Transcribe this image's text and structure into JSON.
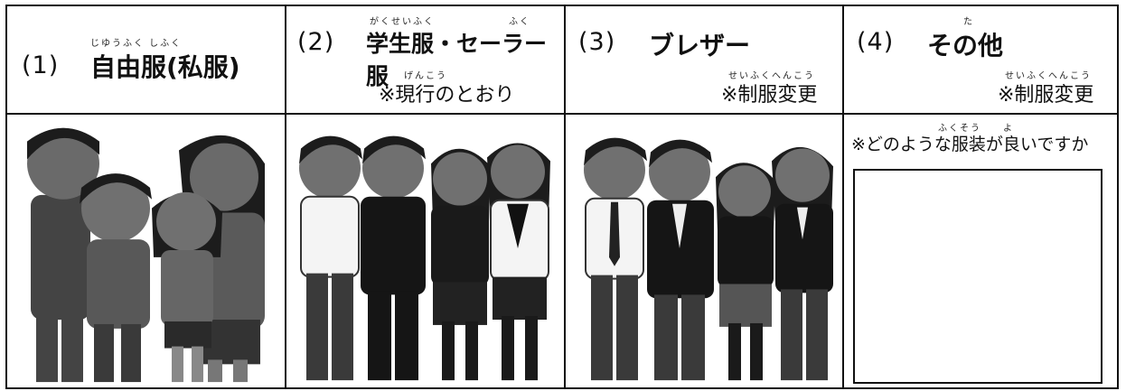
{
  "options": [
    {
      "num": "(1)",
      "title": "自由服(私服)",
      "ruby": "じゆうふく しふく",
      "note": "",
      "note_ruby": ""
    },
    {
      "num": "(2)",
      "title": "学生服・セーラー服",
      "ruby": "がくせいふく",
      "ruby2": "ふく",
      "note": "※現行のとおり",
      "note_ruby": "げんこう"
    },
    {
      "num": "(3)",
      "title": "ブレザー",
      "ruby": "",
      "note": "※制服変更",
      "note_ruby": "せいふくへんこう"
    },
    {
      "num": "(4)",
      "title": "その他",
      "ruby": "た",
      "note": "※制服変更",
      "note_ruby": "せいふくへんこう"
    }
  ],
  "other": {
    "question": "※どのような服装が良いですか",
    "question_ruby1": "ふくそう",
    "question_ruby2": "よ"
  }
}
